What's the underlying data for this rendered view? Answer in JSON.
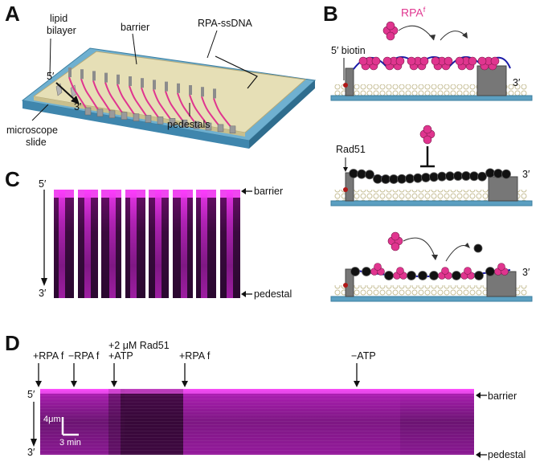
{
  "panels": {
    "a": "A",
    "b": "B",
    "c": "C",
    "d": "D"
  },
  "panel_a": {
    "lipid_bilayer": [
      "lipid",
      "bilayer"
    ],
    "barrier": "barrier",
    "rpa_ssdna": "RPA-ssDNA",
    "five_prime": "5′",
    "three_prime": "3′",
    "pedestals": "pedestals",
    "microscope_slide": [
      "microscope",
      "slide"
    ]
  },
  "panel_b": {
    "rpa_f": "RPA",
    "rpa_f_sup": "f",
    "biotin": "5′ biotin",
    "three_prime": "3′",
    "rad51": "Rad51"
  },
  "panel_c": {
    "five_prime": "5′",
    "three_prime": "3′",
    "barrier": "barrier",
    "pedestal": "pedestal",
    "strip_count": 8
  },
  "panel_d": {
    "events": [
      {
        "lines": [
          "+RPA f"
        ]
      },
      {
        "lines": [
          "−RPA f"
        ]
      },
      {
        "lines": [
          "+2 μM Rad51",
          "+ATP"
        ]
      },
      {
        "lines": [
          "+RPA f"
        ]
      },
      {
        "lines": [
          "−ATP"
        ]
      }
    ],
    "five_prime": "5′",
    "three_prime": "3′",
    "barrier": "barrier",
    "pedestal": "pedestal",
    "scale_y": "4μm",
    "scale_x": "3 min"
  },
  "colors": {
    "magenta": "#ff36ff",
    "rpa_pink": "#e0358f",
    "slide_blue": "#5b9fc1",
    "bilayer_tan": "#e6dfb6"
  }
}
